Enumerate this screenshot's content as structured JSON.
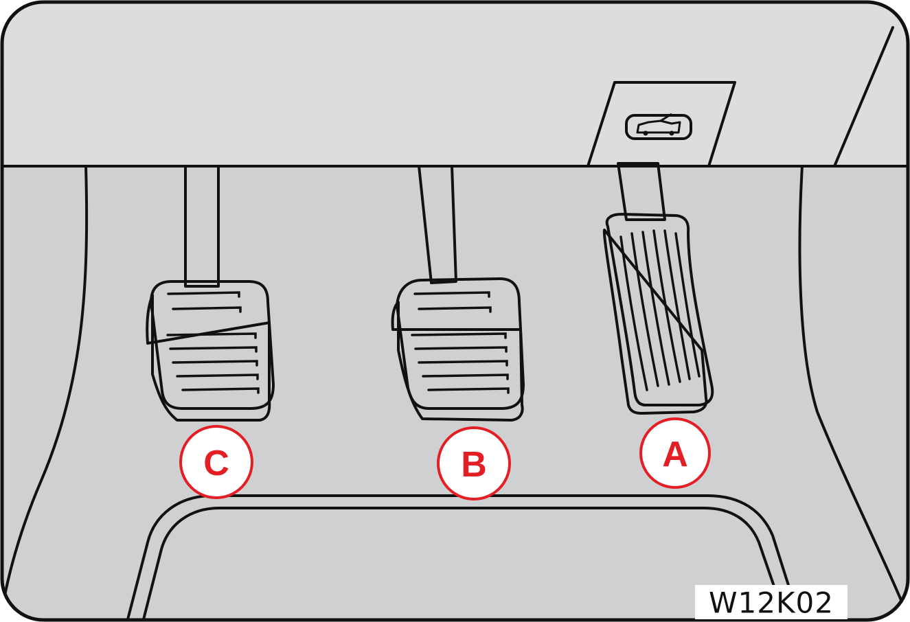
{
  "callouts": [
    {
      "id": "A",
      "label": "A"
    },
    {
      "id": "B",
      "label": "B"
    },
    {
      "id": "C",
      "label": "C"
    }
  ],
  "reference_code": "W12K02",
  "colors": {
    "callout": "#e31e24",
    "dashboard": "#dcdddf",
    "footwell": "#b5b6b9",
    "side_panel": "#cfd0d2",
    "floor_mat": "#8f9094",
    "pedal_face": "#c8c9cc",
    "pedal_side": "#8c8d91",
    "pedal_arm": "#8f9094",
    "outline": "#111111"
  },
  "icons": [
    "hood-release-icon"
  ]
}
